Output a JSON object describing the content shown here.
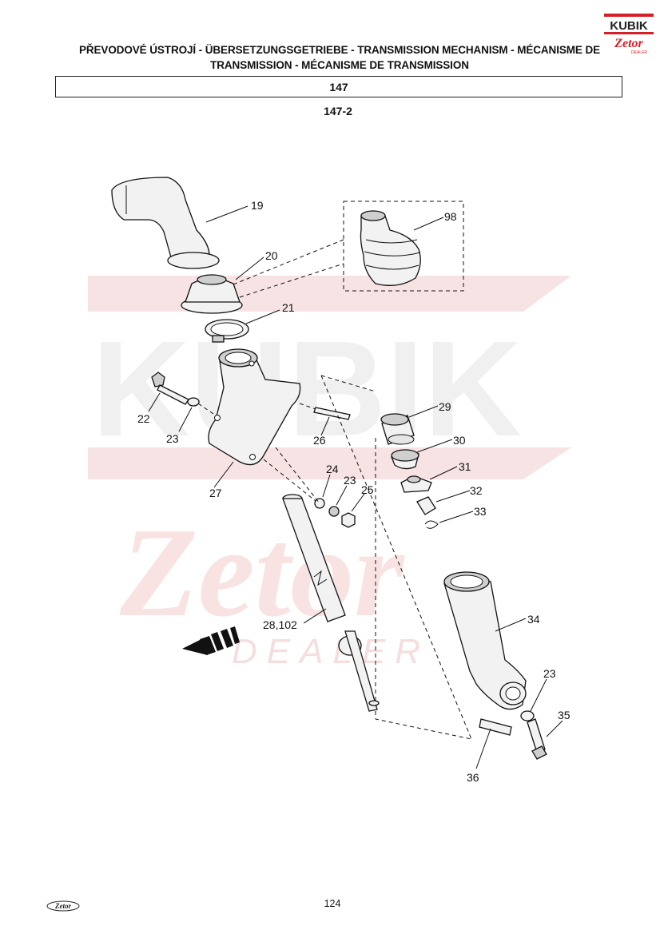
{
  "header": {
    "title_line1": "PŘEVODOVÉ ÚSTROJÍ - ÜBERSETZUNGSGETRIEBE - TRANSMISSION MECHANISM - MÉCANISME DE",
    "title_line2": "TRANSMISSION - MÉCANISME DE TRANSMISSION",
    "section": "147",
    "figure": "147-2"
  },
  "logo": {
    "top_text": "KUBIK",
    "bottom_text": "Zetor",
    "sub_text": "DEALER",
    "color_red": "#d42027",
    "color_dark": "#222222"
  },
  "watermark": {
    "text1": "KUBIK",
    "text2": "Zetor",
    "text3": "DEALER",
    "color": "#f5d7d7"
  },
  "callouts": {
    "c19": "19",
    "c20": "20",
    "c21": "21",
    "c22": "22",
    "c23a": "23",
    "c24": "24",
    "c23b": "23",
    "c25": "25",
    "c26": "26",
    "c27": "27",
    "c28": "28,102",
    "c29": "29",
    "c30": "30",
    "c31": "31",
    "c32": "32",
    "c33": "33",
    "c34": "34",
    "c23c": "23",
    "c35": "35",
    "c36": "36",
    "c98": "98"
  },
  "footer": {
    "page_number": "124",
    "logo_text": "Zetor"
  }
}
